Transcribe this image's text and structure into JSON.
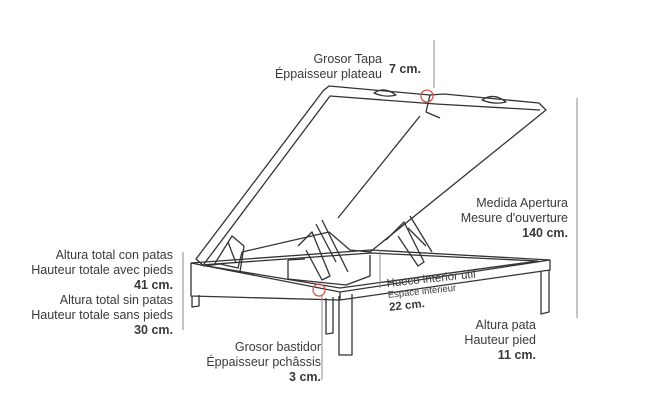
{
  "labels": {
    "grosor_tapa": {
      "es": "Grosor Tapa",
      "fr": "Éppaisseur plateau",
      "value": "7 cm."
    },
    "medida_apertura": {
      "es": "Medida Apertura",
      "fr": "Mesure d'ouverture",
      "value": "140 cm."
    },
    "altura_total_con_patas": {
      "es": "Altura total con patas",
      "fr": "Hauteur totale avec pieds",
      "value": "41 cm."
    },
    "altura_total_sin_patas": {
      "es": "Altura total sin patas",
      "fr": "Hauteur totale sans pieds",
      "value": "30 cm."
    },
    "hueco_interior": {
      "es": "Hueco interior útil",
      "fr": "Espace intérieur",
      "value": "22 cm."
    },
    "altura_pata": {
      "es": "Altura pata",
      "fr": "Hauteur pied",
      "value": "11 cm."
    },
    "grosor_bastidor": {
      "es": "Grosor bastidor",
      "fr": "Éppaisseur pchâssis",
      "value": "3 cm."
    }
  },
  "colors": {
    "line": "#333333",
    "highlight": "#d9534f",
    "dim": "#888888"
  }
}
